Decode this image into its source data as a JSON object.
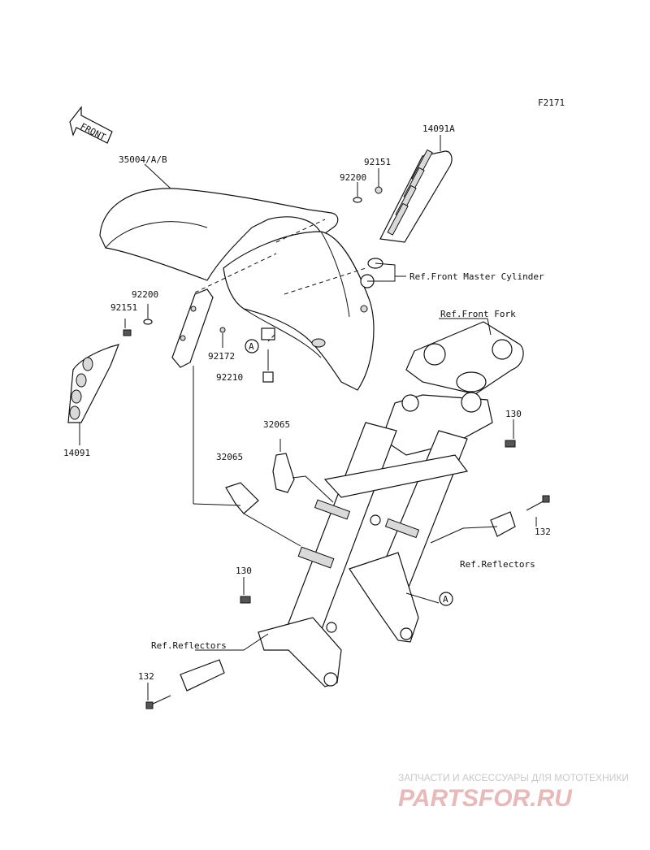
{
  "figure_code": "F2171",
  "front_arrow": "FRONT",
  "labels": {
    "p14091A": "14091A",
    "p35004": "35004/A/B",
    "p92151_top": "92151",
    "p92200_top": "92200",
    "ref_master_cyl": "Ref.Front Master Cylinder",
    "ref_front_fork": "Ref.Front Fork",
    "p92200_left": "92200",
    "p92151_left": "92151",
    "p92172": "92172",
    "p92210": "92210",
    "p14091": "14091",
    "p32065_a": "32065",
    "p32065_b": "32065",
    "p130_right": "130",
    "p132_right": "132",
    "ref_reflectors_right": "Ref.Reflectors",
    "p130_left": "130",
    "ref_reflectors_left": "Ref.Reflectors",
    "p132_left": "132",
    "marker_a1": "A",
    "marker_a2": "A"
  },
  "watermark": {
    "top": "ЗАПЧАСТИ И АКСЕССУАРЫ ДЛЯ МОТОТЕХНИКИ",
    "brand": "PARTSFOR.RU"
  }
}
